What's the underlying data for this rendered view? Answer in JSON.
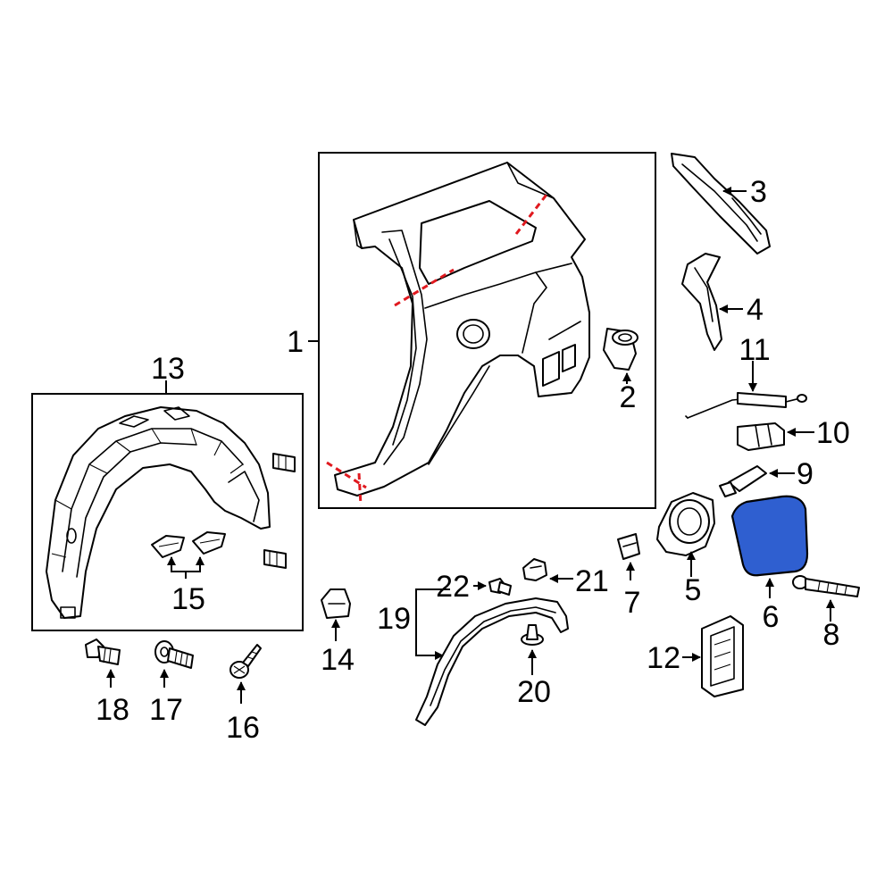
{
  "highlight_color": "#2f5fd0",
  "cut_line_color": "#e0191f",
  "highlighted_part": "6",
  "callouts": {
    "c1": "1",
    "c2": "2",
    "c3": "3",
    "c4": "4",
    "c5": "5",
    "c6": "6",
    "c7": "7",
    "c8": "8",
    "c9": "9",
    "c10": "10",
    "c11": "11",
    "c12": "12",
    "c13": "13",
    "c14": "14",
    "c15": "15",
    "c16": "16",
    "c17": "17",
    "c18": "18",
    "c19": "19",
    "c20": "20",
    "c21": "21",
    "c22": "22"
  }
}
